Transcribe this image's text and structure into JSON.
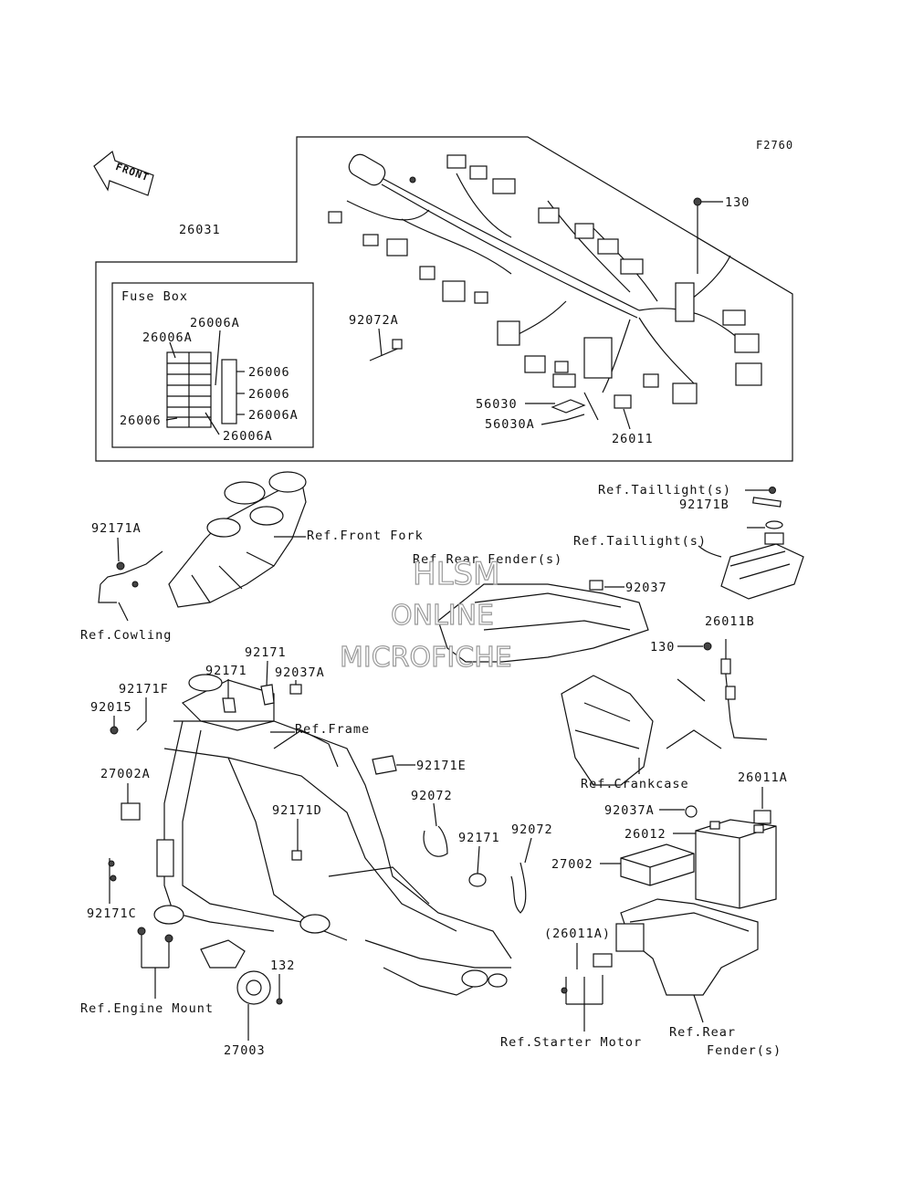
{
  "diagram_code": "F2760",
  "front_arrow_text": "FRONT",
  "fuse_box": {
    "title": "Fuse Box",
    "labels": [
      "26006A",
      "26006A",
      "26006",
      "26006",
      "26006",
      "26006A",
      "26006",
      "26006A"
    ]
  },
  "callouts": {
    "c26031": "26031",
    "c130_top": "130",
    "c92072A": "92072A",
    "c56030": "56030",
    "c56030A": "56030A",
    "c26011": "26011",
    "ref_taillight_1": "Ref.Taillight(s)",
    "c92171B": "92171B",
    "ref_taillight_2": "Ref.Taillight(s)",
    "c92171A": "92171A",
    "ref_front_fork": "Ref.Front Fork",
    "ref_rear_fender_1": "Ref.Rear Fender(s)",
    "c92037": "92037",
    "ref_cowling": "Ref.Cowling",
    "c130_mid": "130",
    "c26011B": "26011B",
    "c92171_a": "92171",
    "c92171_b": "92171",
    "c92037A_1": "92037A",
    "c92171F": "92171F",
    "c92015": "92015",
    "ref_frame": "Ref.Frame",
    "c92171E": "92171E",
    "c27002A": "27002A",
    "ref_crankcase": "Ref.Crankcase",
    "c26011A": "26011A",
    "c92072_1": "92072",
    "c92171D": "92171D",
    "c92037A_2": "92037A",
    "c92171_c": "92171",
    "c92072_2": "92072",
    "c26012": "26012",
    "c27002": "27002",
    "c92171C": "92171C",
    "c26011A_paren": "(26011A)",
    "c132": "132",
    "ref_engine_mount": "Ref.Engine Mount",
    "c27003": "27003",
    "ref_starter_motor": "Ref.Starter Motor",
    "ref_rear_fender_2a": "Ref.Rear",
    "ref_rear_fender_2b": "Fender(s)"
  },
  "watermark": {
    "line1": "HLSM",
    "line2": "ONLINE",
    "line3": "MICROFICHE"
  }
}
